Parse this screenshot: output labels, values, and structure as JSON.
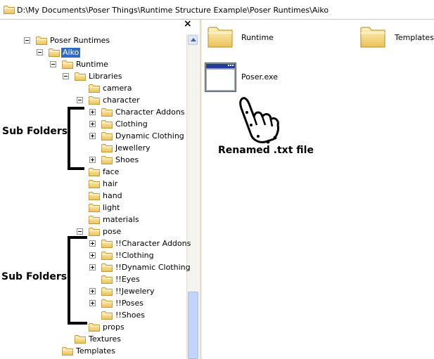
{
  "address": {
    "path": "D:\\My Documents\\Poser Things\\Runtime Structure Example\\Poser Runtimes\\Aiko"
  },
  "tree": {
    "close_label": "×",
    "nodes": [
      {
        "label": "Poser Runtimes",
        "expander": "minus"
      },
      {
        "label": "Aiko",
        "expander": "minus",
        "selected": true
      },
      {
        "label": "Runtime",
        "expander": "minus"
      },
      {
        "label": "Libraries",
        "expander": "minus"
      },
      {
        "label": "camera",
        "expander": "none"
      },
      {
        "label": "character",
        "expander": "minus"
      },
      {
        "label": "Character Addons",
        "expander": "plus"
      },
      {
        "label": "Clothing",
        "expander": "plus"
      },
      {
        "label": "Dynamic Clothing",
        "expander": "plus"
      },
      {
        "label": "Jewellery",
        "expander": "none"
      },
      {
        "label": "Shoes",
        "expander": "plus"
      },
      {
        "label": "face",
        "expander": "none"
      },
      {
        "label": "hair",
        "expander": "none"
      },
      {
        "label": "hand",
        "expander": "none"
      },
      {
        "label": "light",
        "expander": "none"
      },
      {
        "label": "materials",
        "expander": "none"
      },
      {
        "label": "pose",
        "expander": "minus"
      },
      {
        "label": "!!Character Addons",
        "expander": "plus"
      },
      {
        "label": "!!Clothing",
        "expander": "plus"
      },
      {
        "label": "!!Dynamic Clothing",
        "expander": "plus"
      },
      {
        "label": "!!Eyes",
        "expander": "none"
      },
      {
        "label": "!!Jewelery",
        "expander": "plus"
      },
      {
        "label": "!!Poses",
        "expander": "plus"
      },
      {
        "label": "!!Shoes",
        "expander": "none"
      },
      {
        "label": "props",
        "expander": "none"
      },
      {
        "label": "Textures",
        "expander": "none"
      },
      {
        "label": "Templates",
        "expander": "none"
      }
    ]
  },
  "annotations": {
    "sub_folders_1": "Sub Folders",
    "sub_folders_2": "Sub Folders",
    "renamed": "Renamed .txt file"
  },
  "content": {
    "items": [
      {
        "label": "Runtime",
        "icon": "folder-icon"
      },
      {
        "label": "Templates",
        "icon": "folder-icon"
      },
      {
        "label": "Poser.exe",
        "icon": "application-window-icon"
      }
    ]
  },
  "colors": {
    "selection": "#316ac5",
    "folder": "#f5d776"
  }
}
